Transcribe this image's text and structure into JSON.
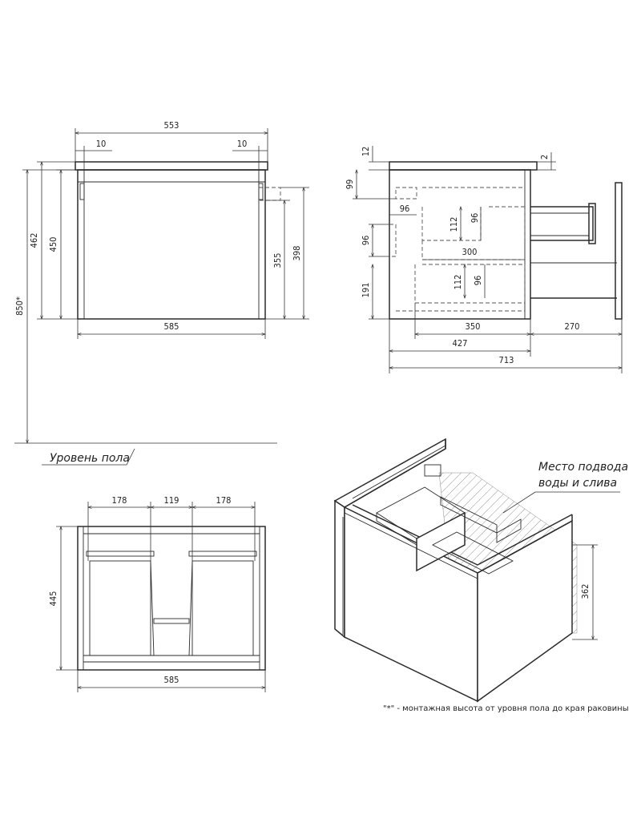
{
  "front_view": {
    "width_top": "553",
    "margin_left": "10",
    "margin_right": "10",
    "height_total": "462",
    "height_body": "450",
    "height_inner": "355",
    "height_side": "398",
    "width_bottom": "585",
    "mounting_height": "850*"
  },
  "side_view": {
    "top_thickness": "12",
    "gap": "2",
    "top_offset": "99",
    "hole_width": "96",
    "hole_height": "96",
    "drawer_inner_h1": "112",
    "drawer_inner_w1": "96",
    "drawer_inner_h2": "112",
    "drawer_inner_w2": "96",
    "drawer_width": "300",
    "lower_height": "191",
    "depth_inner": "350",
    "extension": "270",
    "depth_mid": "427",
    "depth_total": "713"
  },
  "floor_label": "Уровень пола",
  "top_view": {
    "left": "178",
    "middle": "119",
    "right": "178",
    "height": "445",
    "width": "585"
  },
  "iso_view": {
    "annotation_line1": "Место подвода",
    "annotation_line2": "воды и слива",
    "height": "362"
  },
  "footnote": "\"*\" - монтажная высота от уровня пола до края раковины"
}
